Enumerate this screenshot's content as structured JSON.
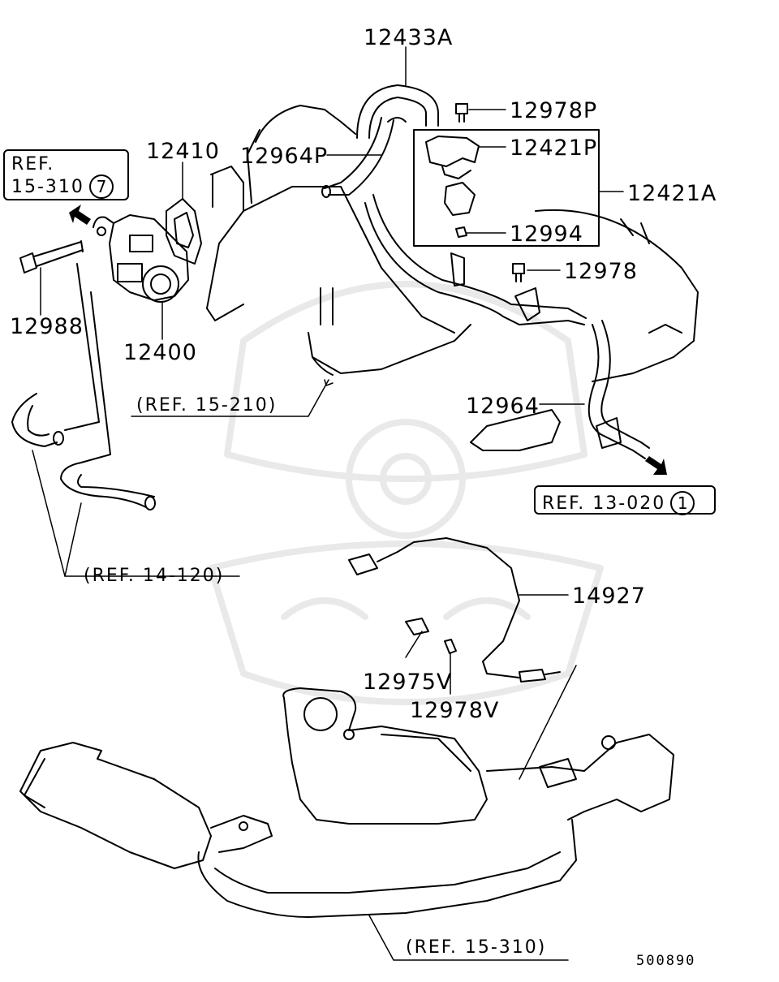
{
  "parts": {
    "p12433A": "12433A",
    "p12978P": "12978P",
    "p12421P": "12421P",
    "p12421A": "12421A",
    "p12994": "12994",
    "p12978": "12978",
    "p12964P": "12964P",
    "p12410": "12410",
    "p12400": "12400",
    "p12988": "12988",
    "p12964": "12964",
    "p14927": "14927",
    "p12975V": "12975V",
    "p12978V": "12978V"
  },
  "refs": {
    "ref_15_310_box_line1": "REF.",
    "ref_15_310_box_line2": "15-310",
    "ref_15_310_box_num": "7",
    "ref_15_210": "(REF. 15-210)",
    "ref_13_020_box": "REF. 13-020",
    "ref_13_020_num": "1",
    "ref_14_120": "(REF. 14-120)",
    "ref_15_310_bottom": "(REF. 15-310)"
  },
  "diagram_code": "500890"
}
